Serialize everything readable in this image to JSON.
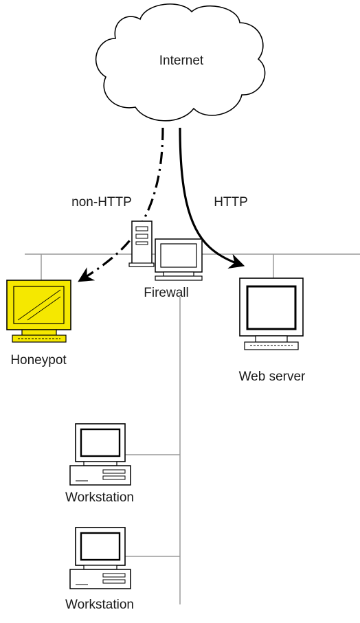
{
  "nodes": {
    "internet": {
      "label": "Internet"
    },
    "firewall": {
      "label": "Firewall"
    },
    "honeypot": {
      "label": "Honeypot",
      "color": "#f5e800"
    },
    "web_server": {
      "label": "Web server"
    },
    "workstation_1": {
      "label": "Workstation"
    },
    "workstation_2": {
      "label": "Workstation"
    }
  },
  "flows": {
    "non_http": {
      "label": "non-HTTP",
      "style": "dash-dot"
    },
    "http": {
      "label": "HTTP",
      "style": "solid"
    }
  },
  "colors": {
    "line": "#000000",
    "network": "#9a9a9a",
    "honeypot": "#f5e800"
  }
}
